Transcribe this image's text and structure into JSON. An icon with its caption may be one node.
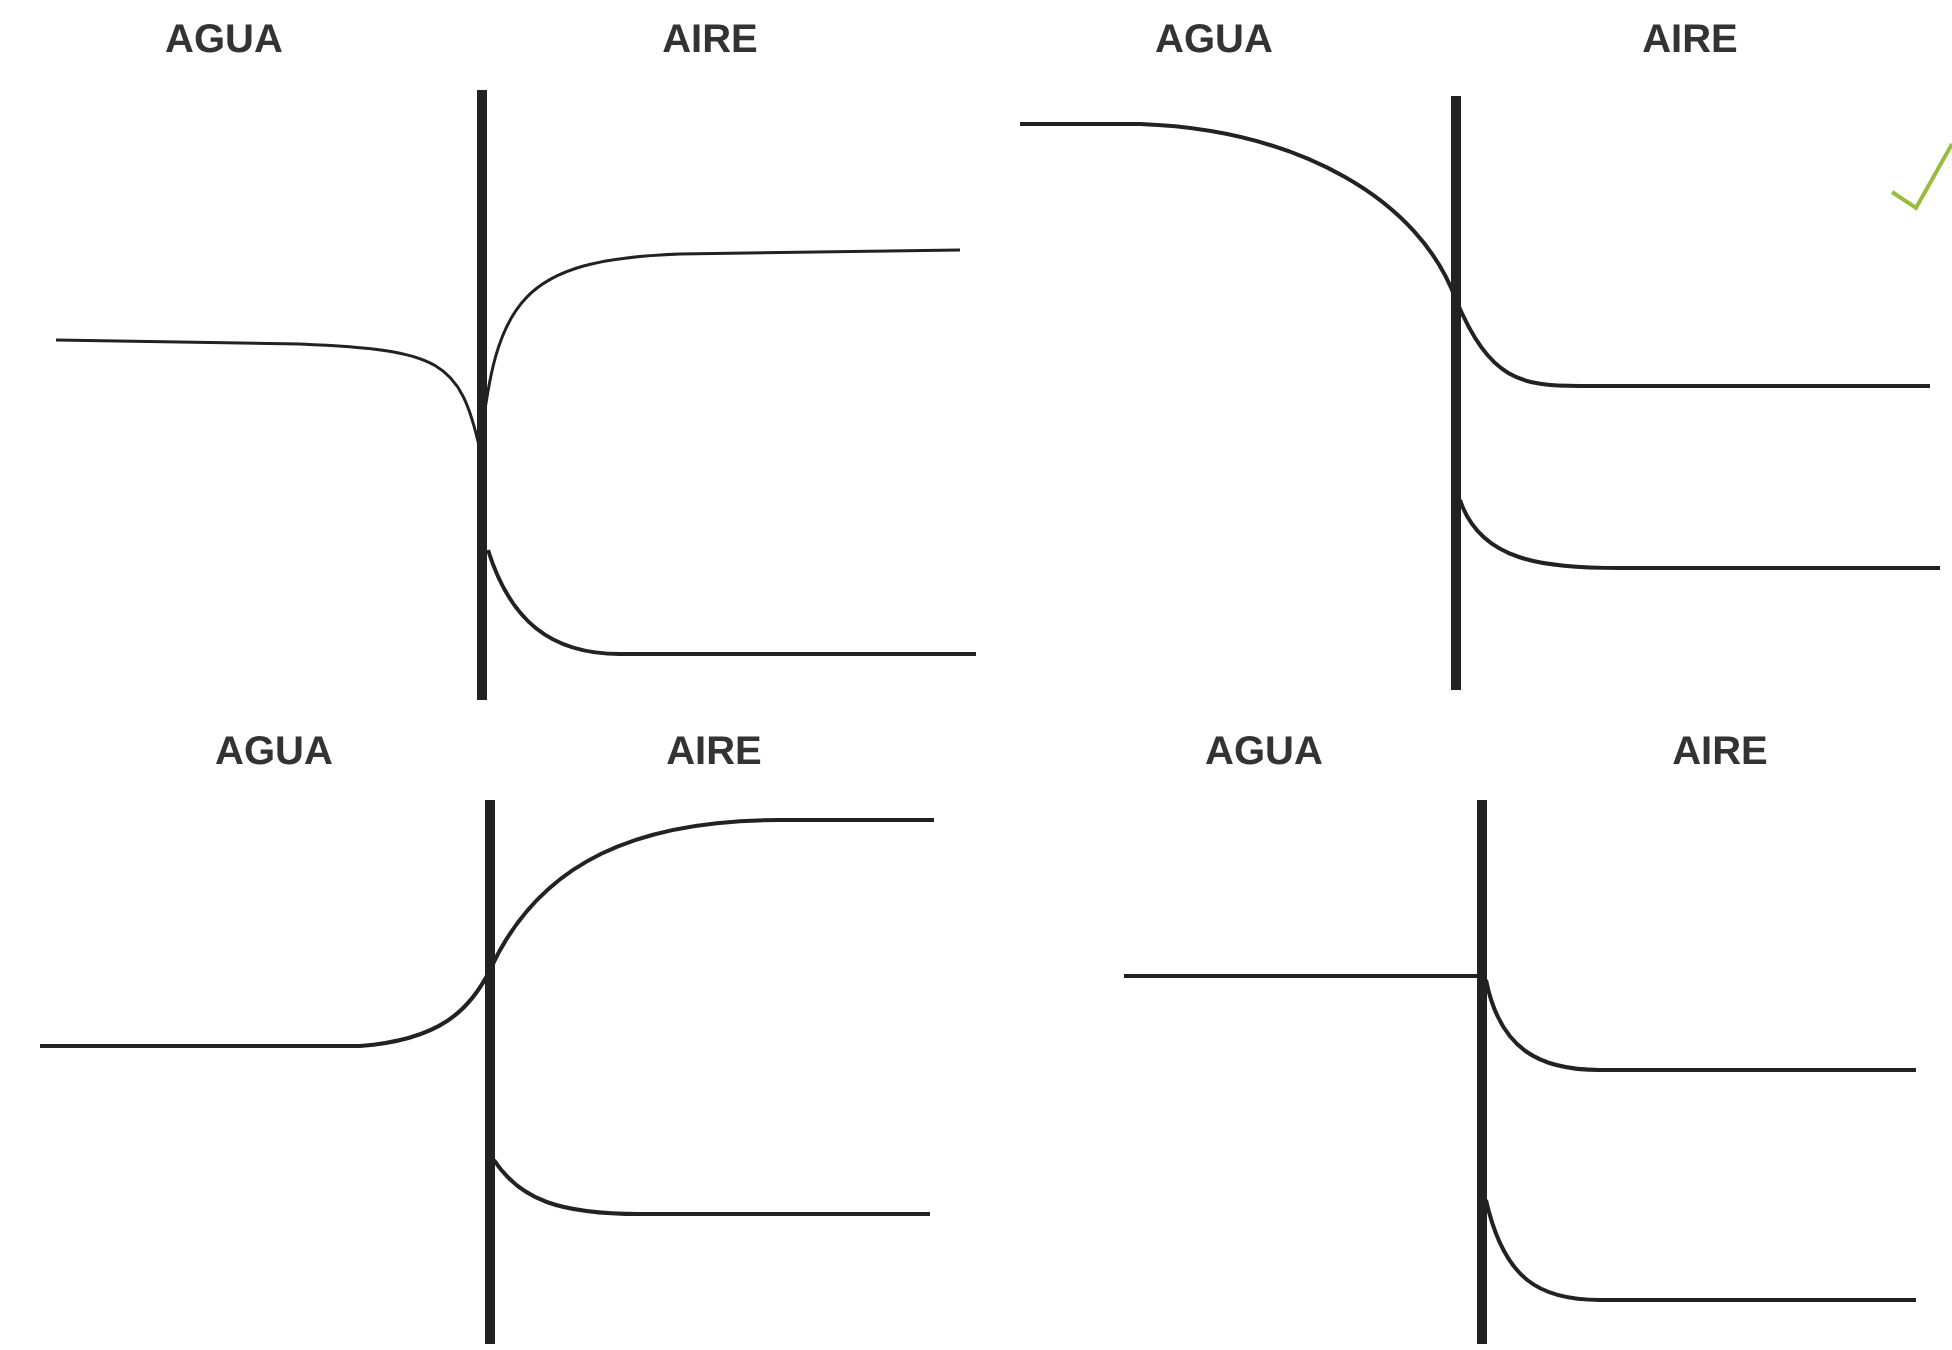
{
  "diagram": {
    "labels": [
      "AGUA",
      "AIRE",
      "AGUA",
      "AIRE",
      "AGUA",
      "AIRE",
      "AGUA",
      "AIRE"
    ]
  }
}
